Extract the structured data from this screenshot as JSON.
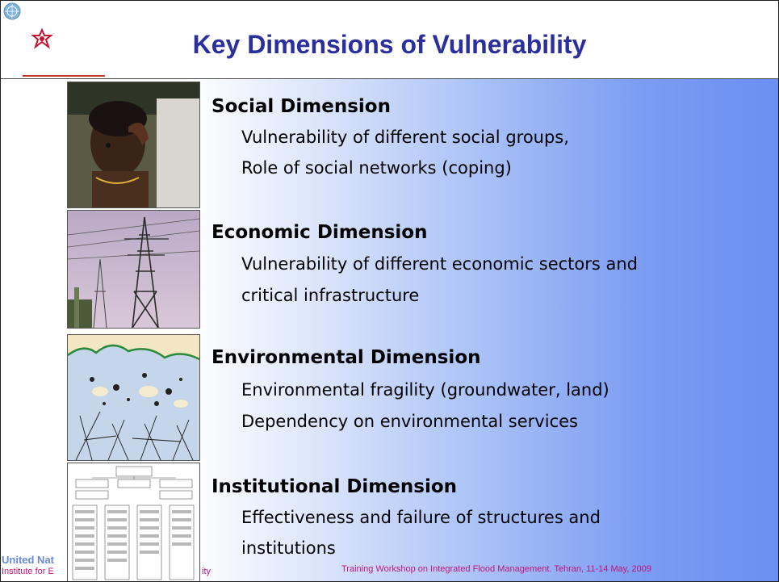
{
  "slide": {
    "title": "Key Dimensions of Vulnerability",
    "sections": [
      {
        "heading": "Social Dimension",
        "lines": [
          "Vulnerability of different social groups,",
          "Role of social networks (coping)"
        ],
        "image": "child-photo"
      },
      {
        "heading": "Economic Dimension",
        "lines": [
          "Vulnerability of different economic sectors and",
          "critical infrastructure"
        ],
        "image": "power-pylon-photo"
      },
      {
        "heading": "Environmental Dimension",
        "lines": [
          "Environmental fragility (groundwater, land)",
          "Dependency on environmental services"
        ],
        "image": "environmental-map"
      },
      {
        "heading": "Institutional Dimension",
        "lines": [
          "Effectiveness and failure of structures and",
          "institutions"
        ],
        "image": "organization-chart"
      }
    ],
    "footer": {
      "org_partial": "United Nat",
      "institute_partial": "Institute for E",
      "institute_tail": "ity",
      "workshop": "Training Workshop on Integrated Flood Management. Tehran, 11-14 May, 2009"
    }
  },
  "icons": [
    "un-emblem-icon",
    "unu-logo-icon"
  ],
  "colors": {
    "title": "#2b2f9e",
    "footer": "#c0147a",
    "gradient_end": "#6a8ff1"
  }
}
